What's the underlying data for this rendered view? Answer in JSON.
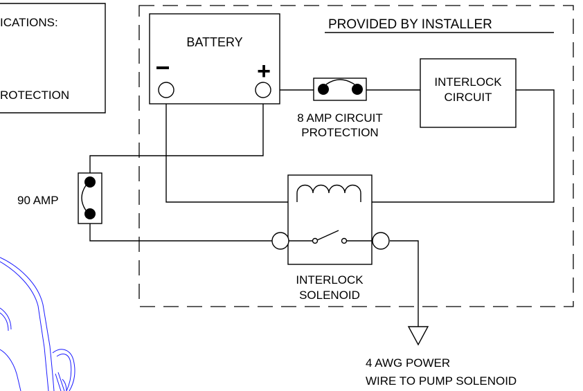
{
  "notes_box": {
    "line1": "ICATIONS:",
    "line2": "ROTECTION"
  },
  "installer_label": "PROVIDED BY INSTALLER",
  "battery": {
    "label": "BATTERY",
    "negative": "−",
    "positive": "+"
  },
  "fuse_8amp": {
    "line1": "8 AMP CIRCUIT",
    "line2": "PROTECTION"
  },
  "interlock_circuit": {
    "line1": "INTERLOCK",
    "line2": "CIRCUIT"
  },
  "fuse_90amp": {
    "label": "90 AMP"
  },
  "interlock_solenoid": {
    "line1": "INTERLOCK",
    "line2": "SOLENOID"
  },
  "power_wire": {
    "line1": "4 AWG POWER",
    "line2": "WIRE TO PUMP SOLENOID"
  },
  "colors": {
    "line": "#000000",
    "sketch": "#1a1aff",
    "background": "#ffffff"
  }
}
